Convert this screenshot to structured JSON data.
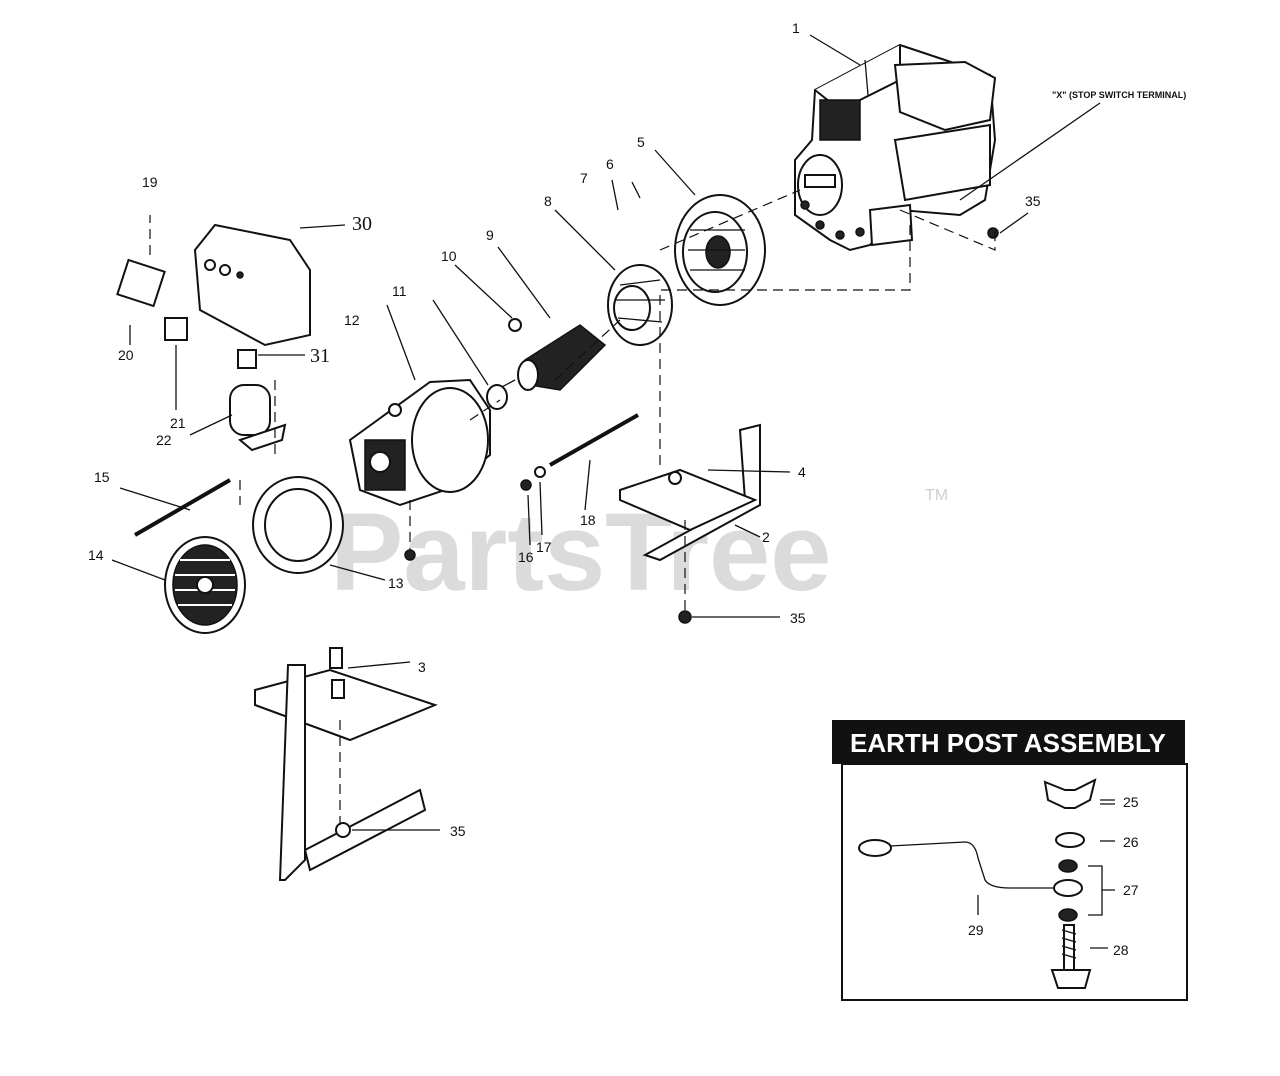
{
  "watermark": {
    "text": "PartsTree",
    "tm": "TM"
  },
  "callouts": {
    "c1": "1",
    "c2": "2",
    "c3": "3",
    "c4": "4",
    "c5": "5",
    "c6": "6",
    "c7": "7",
    "c8": "8",
    "c9": "9",
    "c10": "10",
    "c11": "11",
    "c12": "12",
    "c13": "13",
    "c14": "14",
    "c15": "15",
    "c16": "16",
    "c17": "17",
    "c18": "18",
    "c19": "19",
    "c20": "20",
    "c21": "21",
    "c22": "22",
    "c30": "30",
    "c31": "31",
    "c35a": "35",
    "c35b": "35",
    "c35c": "35"
  },
  "stop_switch_label": "\"X\" (STOP SWITCH TERMINAL)",
  "earth_post": {
    "title": "EARTH POST ASSEMBLY",
    "c25": "25",
    "c26": "26",
    "c27": "27",
    "c28": "28",
    "c29": "29"
  }
}
